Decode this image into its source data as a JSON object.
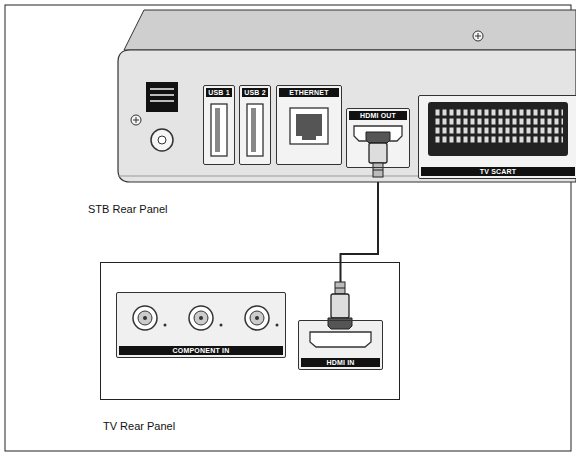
{
  "diagram": {
    "nodes": [
      {
        "text": [
          "STB Rear Panel"
        ]
      },
      {
        "text": [
          "USB 1"
        ],
        "in": 0
      },
      {
        "text": [
          "USB 2"
        ],
        "in": 0
      },
      {
        "text": [
          "ETHERNET"
        ],
        "in": 0
      },
      {
        "text": [
          "HDMI OUT"
        ],
        "in": 0
      },
      {
        "text": [
          "TV SCART"
        ],
        "in": 0
      },
      {
        "text": [
          "TV Rear Panel"
        ]
      },
      {
        "text": [
          "COMPONENT IN"
        ],
        "in": 6
      },
      {
        "text": [
          "HDMI IN"
        ],
        "in": 6
      }
    ],
    "edges": [
      {
        "from": 4,
        "to": 8,
        "arrow": "none"
      }
    ]
  }
}
